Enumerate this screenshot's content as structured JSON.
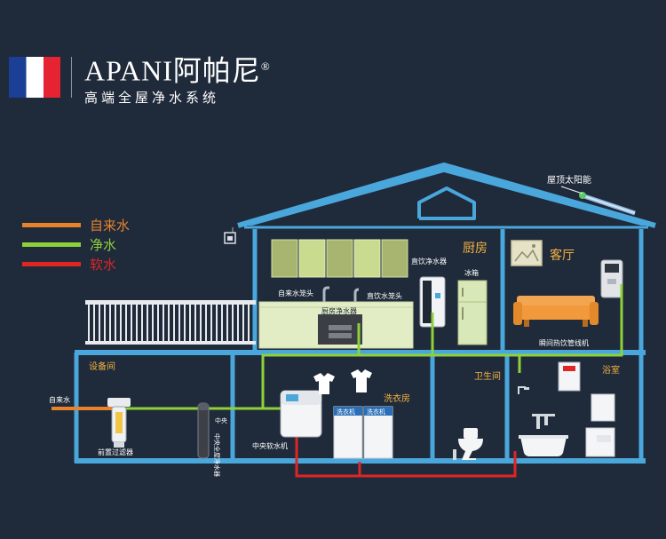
{
  "brand": {
    "name_latin": "APANI",
    "name_cn": "阿帕尼",
    "registered": "®",
    "tagline": "高端全屋净水系统"
  },
  "legend": [
    {
      "label": "自来水",
      "color": "#e9822b"
    },
    {
      "label": "净水",
      "color": "#8fd13a"
    },
    {
      "label": "软水",
      "color": "#e02525"
    }
  ],
  "colors": {
    "background": "#1f2a3a",
    "house_outline": "#4aa7dc",
    "tap_water": "#e9822b",
    "pure_water": "#8fd13a",
    "soft_water": "#e02525"
  },
  "labels": {
    "roof_solar": "屋顶太阳能",
    "kitchen": "厨房",
    "living_room": "客厅",
    "faucet": "自来水笼头",
    "direct_drink_faucet": "直饮水笼头",
    "kitchen_purifier": "厨房净水器",
    "direct_purifier": "直饮净水器",
    "fridge": "冰箱",
    "instant_hot_dispenser": "瞬间热饮管线机",
    "equipment_room": "设备间",
    "tap_water_inlet": "自来水",
    "pre_filter": "前置过滤器",
    "whole_house_purifier": "中央全屋净水器",
    "central_softener": "中央软水机",
    "laundry": "洗衣房",
    "washer_1": "洗衣机",
    "washer_2": "洗衣机",
    "bathroom": "卫生间",
    "shower_room": "浴室"
  }
}
